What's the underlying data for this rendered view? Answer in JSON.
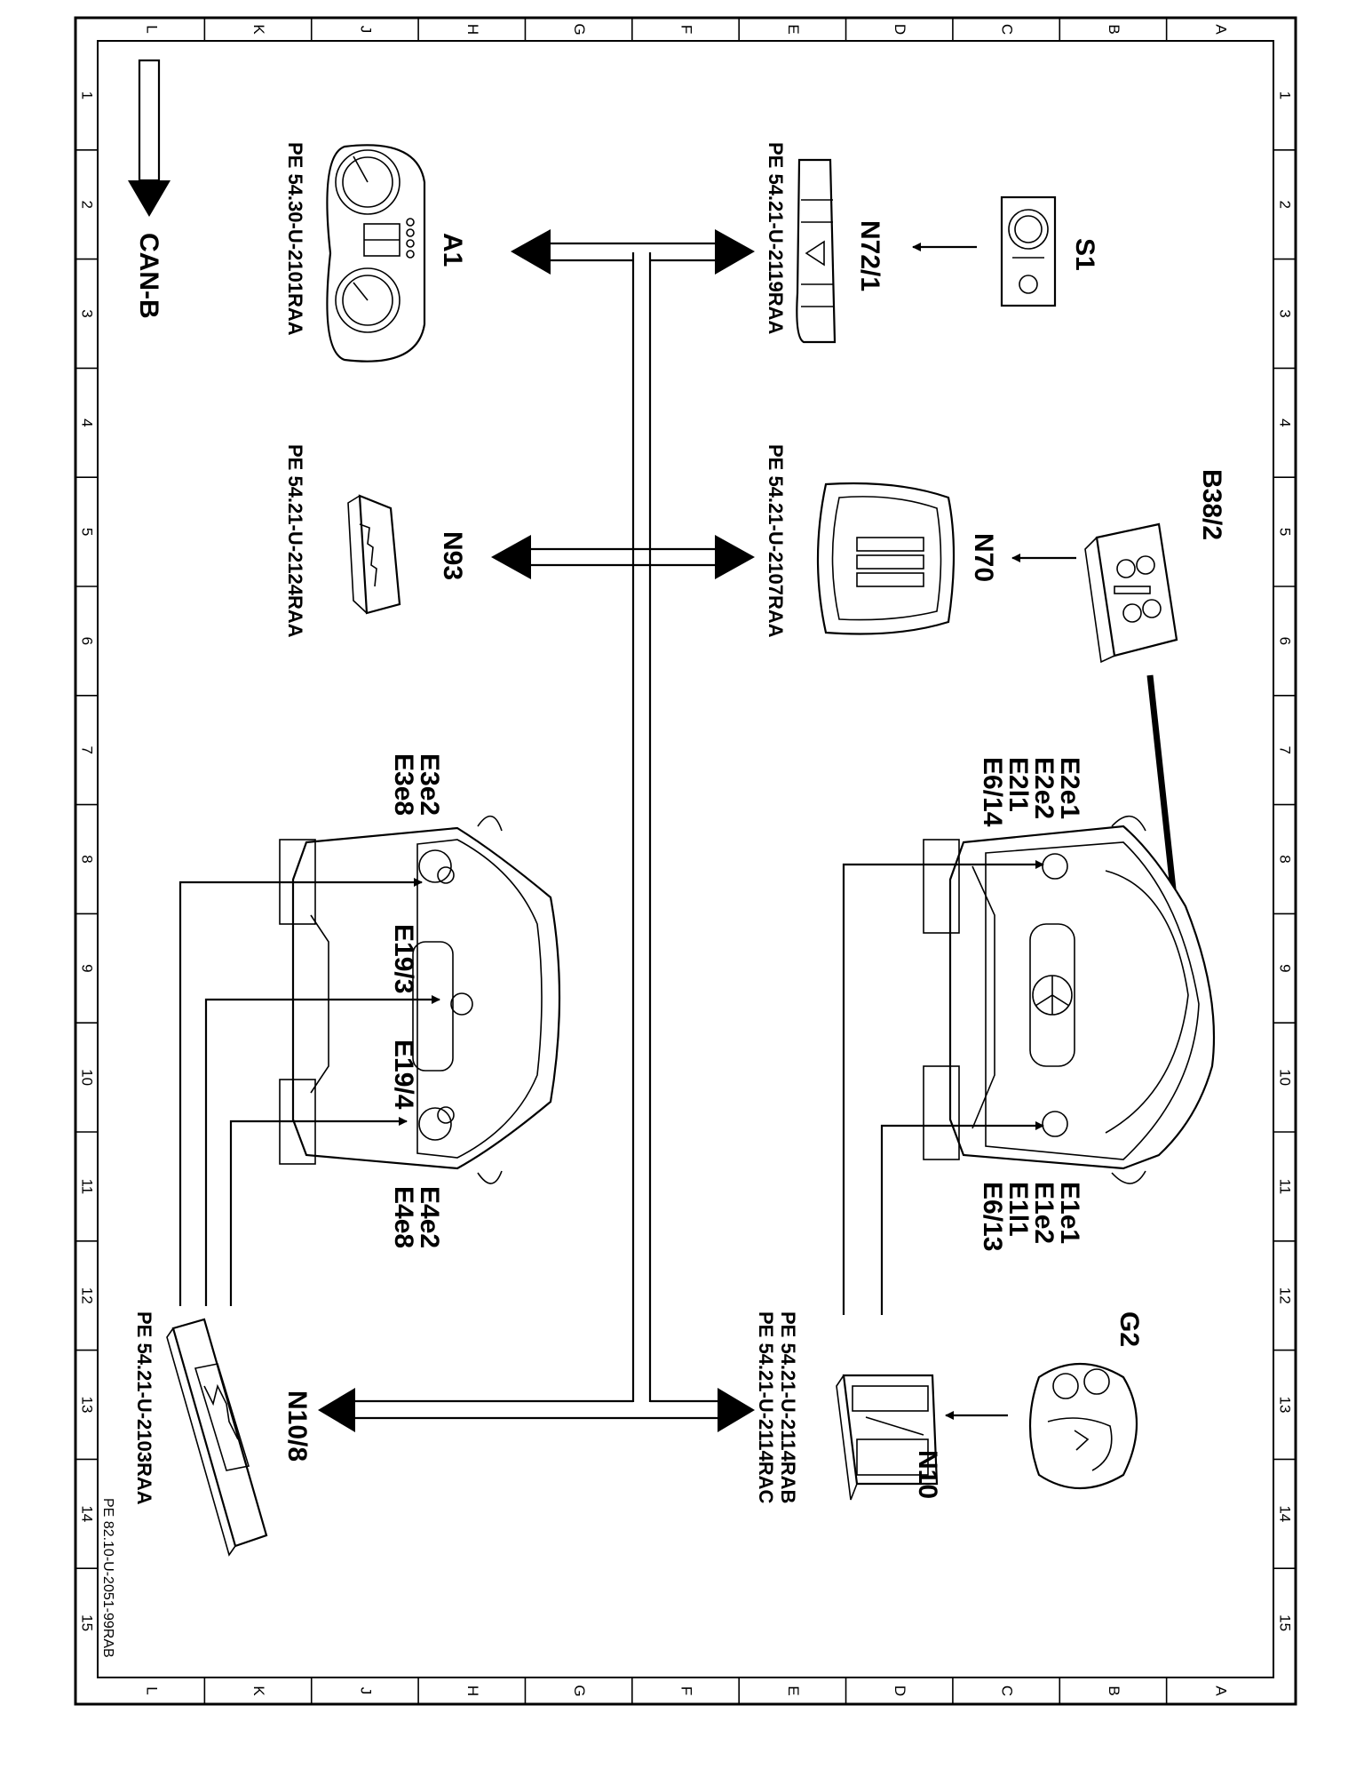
{
  "grid": {
    "numbers": [
      "1",
      "2",
      "3",
      "4",
      "5",
      "6",
      "7",
      "8",
      "9",
      "10",
      "11",
      "12",
      "13",
      "14",
      "15"
    ],
    "letters": [
      "A",
      "B",
      "C",
      "D",
      "E",
      "F",
      "G",
      "H",
      "J",
      "K",
      "L"
    ]
  },
  "bus_label": "CAN-B",
  "components": {
    "A1": {
      "code": "A1",
      "ref": "PE 54.30-U-2101RAA"
    },
    "N93": {
      "code": "N93",
      "ref": "PE 54.21-U-2124RAA"
    },
    "N72_1": {
      "code": "N72/1",
      "ref": "PE 54.21-U-2119RAA"
    },
    "N70": {
      "code": "N70",
      "ref": "PE 54.21-U-2107RAA"
    },
    "S1": {
      "code": "S1"
    },
    "B38_2": {
      "code": "B38/2"
    },
    "G2": {
      "code": "G2"
    },
    "N10": {
      "code": "N10",
      "ref1": "PE 54.21-U-2114RAB",
      "ref2": "PE 54.21-U-2114RAC"
    },
    "N10_8": {
      "code": "N10/8",
      "ref": "PE 54.21-U-2103RAA"
    }
  },
  "lamp_labels": {
    "front_left": [
      "E2e1",
      "E2e2",
      "E2l1",
      "E6/14"
    ],
    "front_right": [
      "E1e1",
      "E1e2",
      "E1l1",
      "E6/13"
    ],
    "rear_left": [
      "E3e2",
      "E3e8"
    ],
    "rear_right": [
      "E4e2",
      "E4e8"
    ],
    "rear_center_1": "E19/3",
    "rear_center_2": "E19/4"
  },
  "footer_ref": "PE 82.10-U-2051-99RAB",
  "colors": {
    "line": "#000000",
    "background": "#ffffff"
  }
}
